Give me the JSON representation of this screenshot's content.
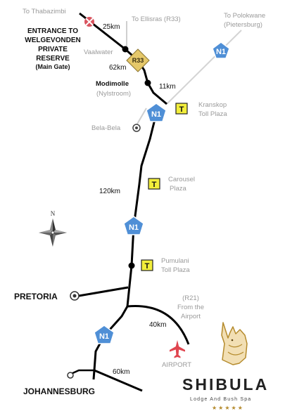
{
  "map": {
    "destinations": {
      "thabazimbi": "To Thabazimbi",
      "ellisras": "To Ellisras (R33)",
      "polokwane_line1": "To Polokwane",
      "polokwane_line2": "(Pietersburg)"
    },
    "entrance": {
      "line1": "ENTRANCE TO",
      "line2": "WELGEVONDEN",
      "line3": "PRIVATE",
      "line4": "RESERVE",
      "line5": "(Main Gate)"
    },
    "towns": {
      "vaalwater": "Vaalwater",
      "modimolle": "Modimolle",
      "nylstroom": "(Nylstroom)",
      "bela_bela": "Bela-Bela",
      "pretoria": "PRETORIA",
      "johannesburg": "JOHANNESBURG",
      "airport": "AIRPORT"
    },
    "routes": {
      "r33": "R33",
      "n1": "N1",
      "r21_line1": "(R21)",
      "r21_line2": "From the",
      "r21_line3": "Airport"
    },
    "tolls": {
      "symbol": "T",
      "kranskop_line1": "Kranskop",
      "kranskop_line2": "Toll Plaza",
      "carousel_line1": "Carousel",
      "carousel_line2": "Plaza",
      "pumulani_line1": "Pumulani",
      "pumulani_line2": "Toll Plaza"
    },
    "distances": {
      "d25": "25km",
      "d62": "62km",
      "d11": "11km",
      "d120": "120km",
      "d40": "40km",
      "d60": "60km"
    },
    "compass": "N",
    "logo": {
      "name": "SHIBULA",
      "tagline": "Lodge And Bush Spa",
      "stars": "★★★★★"
    },
    "colors": {
      "road": "#000000",
      "minor_road": "#cfcfcf",
      "shield": "#4f8fd6",
      "toll": "#f2ee3b",
      "r33_badge": "#e5c86a",
      "entrance_marker": "#d9545f",
      "airport": "#e0454f",
      "logo_gold": "#b58b2d"
    }
  }
}
